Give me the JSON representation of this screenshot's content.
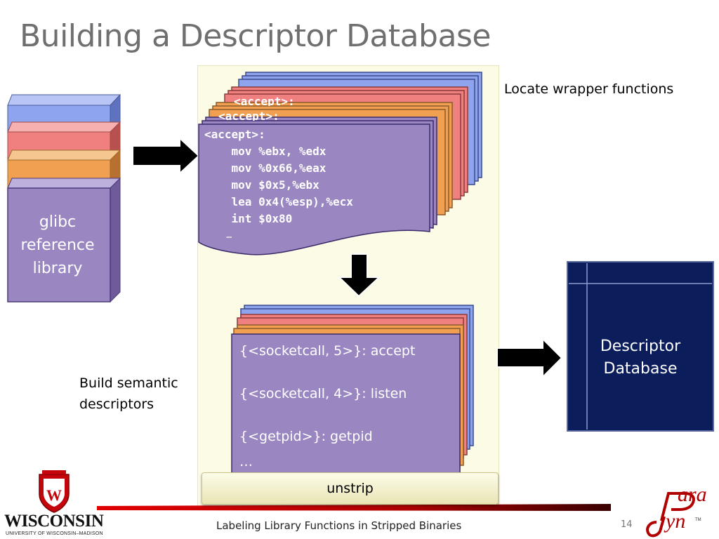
{
  "slide": {
    "title": "Building a Descriptor Database",
    "page_number": "14",
    "footer_text": "Labeling Library Functions in Stripped Binaries"
  },
  "library": {
    "label_lines": [
      "glibc",
      "reference",
      "library"
    ]
  },
  "wrapper": {
    "caption": "Locate wrapper functions",
    "back_card_label": "<accept>:",
    "code_lines": [
      "<accept>:",
      "    mov %ebx, %edx",
      "    mov %0x66,%eax",
      "    mov $0x5,%ebx",
      "    lea 0x4(%esp),%ecx",
      "    int $0x80",
      "    …"
    ]
  },
  "semantic": {
    "caption_lines": [
      "Build semantic",
      "descriptors"
    ],
    "lines": [
      "{<socketcall, 5>}: accept",
      "{<socketcall, 4>}: listen",
      "{<getpid>}: getpid",
      "…"
    ]
  },
  "database": {
    "label_lines": [
      "Descriptor",
      "Database"
    ]
  },
  "tool": {
    "button_label": "unstrip"
  },
  "branding": {
    "university": "WISCONSIN",
    "university_sub": "UNIVERSITY OF WISCONSIN–MADISON",
    "logo_para": "ara",
    "logo_dyn": "yn",
    "logo_tm": "TM"
  },
  "colors": {
    "title": "#6f6f6f",
    "blue_layer": "#8fa4ef",
    "red_layer": "#f08080",
    "orange_layer": "#f0a050",
    "purple_layer": "#9a87c2",
    "database": "#0b1e5b",
    "arrow": "#000000",
    "panel": "#fcfbe6",
    "footer_bar": "#c80000",
    "logo_red": "#b00000"
  }
}
